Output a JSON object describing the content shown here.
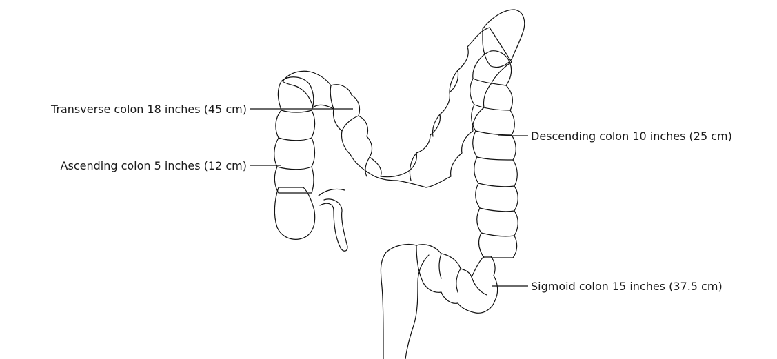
{
  "labels": {
    "transverse": "Transverse colon 18 inches (45 cm)",
    "ascending": "Ascending colon 5 inches (12 cm)",
    "descending": "Descending colon 10 inches (25 cm)",
    "sigmoid": "Sigmoid colon 15 inches (37.5 cm)"
  },
  "colors": {
    "ascending": "#e2543f",
    "transverse": "#c9dd93",
    "descending": "#f6ec4a",
    "sigmoid": "#a9cdea",
    "outline": "#111111"
  }
}
